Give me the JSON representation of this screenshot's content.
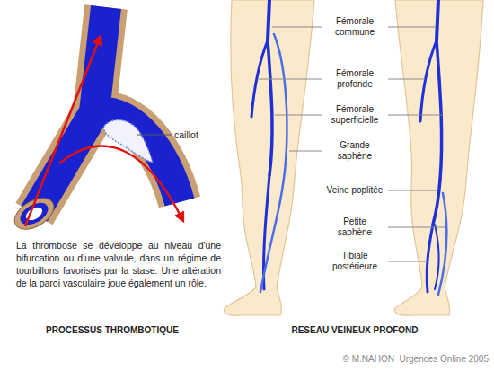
{
  "diagram": {
    "labels": [
      "caillot",
      "La thrombose se développe au niveau d'une bifurcation ou d'une valvule, dans un régime de tourbillons favorisés par la stase. Une altération de la paroi vasculaire joue également un rôle.",
      "PROCESSUS THROMBOTIQUE",
      "Fémorale commune",
      "Fémorale profonde",
      "Fémorale superficielle",
      "Grande saphène",
      "Veine poplitée",
      "Petite saphène",
      "Tibiale postérieure",
      "RESEAU VEINEUX PROFOND",
      "© M.NAHON  Urgences Online 2005"
    ]
  }
}
